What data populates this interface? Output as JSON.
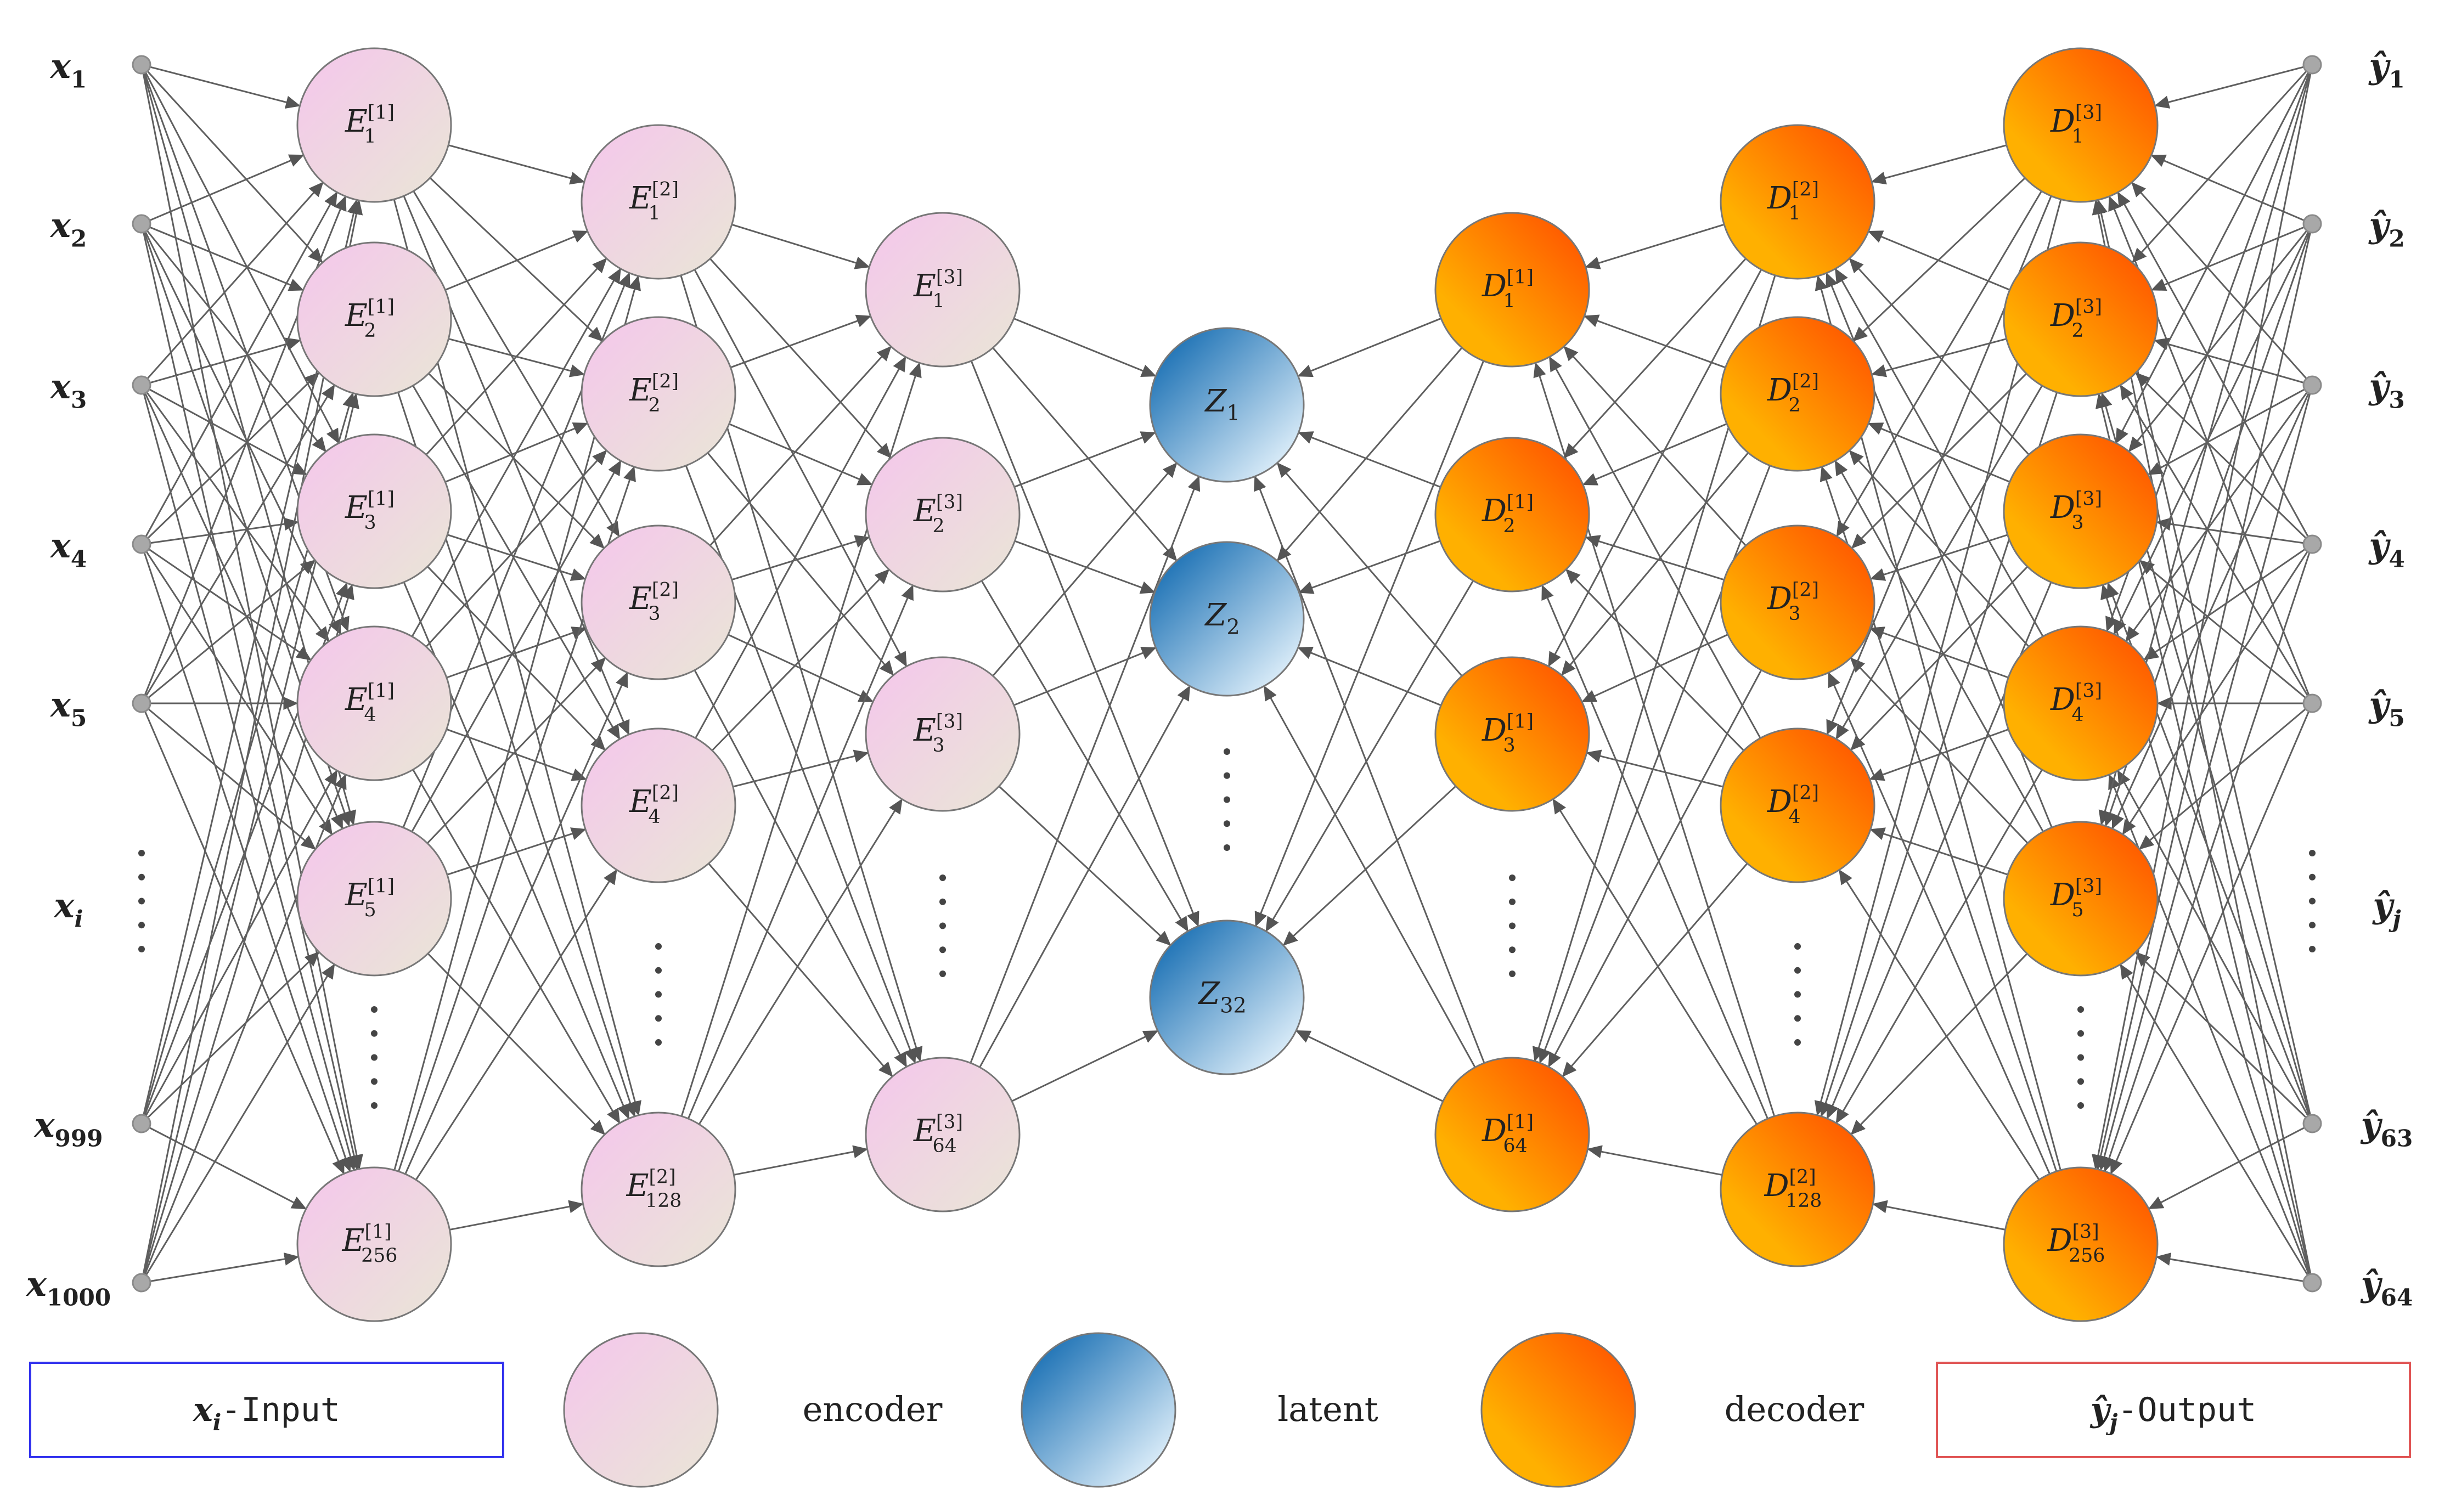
{
  "colors": {
    "edge": "#5f5f5f",
    "input_node": "#a8a8a8",
    "encoder_light": "#f5c6ec",
    "encoder_dark": "#e9e6d6",
    "latent_dark": "#1a70b4",
    "latent_light": "#e2f1fb",
    "decoder_dark": "#ff4a00",
    "decoder_light": "#ffb000",
    "input_box": "#3333ee",
    "output_box": "#e05555"
  },
  "diagram": {
    "inputs": [
      {
        "base": "x",
        "sub": "1"
      },
      {
        "base": "x",
        "sub": "2"
      },
      {
        "base": "x",
        "sub": "3"
      },
      {
        "base": "x",
        "sub": "4"
      },
      {
        "base": "x",
        "sub": "5"
      },
      {
        "base": "x",
        "sub": "i"
      },
      {
        "base": "x",
        "sub": "999"
      },
      {
        "base": "x",
        "sub": "1000"
      }
    ],
    "encoder1": [
      {
        "base": "E",
        "sup": "[1]",
        "sub": "1"
      },
      {
        "base": "E",
        "sup": "[1]",
        "sub": "2"
      },
      {
        "base": "E",
        "sup": "[1]",
        "sub": "3"
      },
      {
        "base": "E",
        "sup": "[1]",
        "sub": "4"
      },
      {
        "base": "E",
        "sup": "[1]",
        "sub": "5"
      },
      {
        "base": "E",
        "sup": "[1]",
        "sub": "256"
      }
    ],
    "encoder2": [
      {
        "base": "E",
        "sup": "[2]",
        "sub": "1"
      },
      {
        "base": "E",
        "sup": "[2]",
        "sub": "2"
      },
      {
        "base": "E",
        "sup": "[2]",
        "sub": "3"
      },
      {
        "base": "E",
        "sup": "[2]",
        "sub": "4"
      },
      {
        "base": "E",
        "sup": "[2]",
        "sub": "128"
      }
    ],
    "encoder3": [
      {
        "base": "E",
        "sup": "[3]",
        "sub": "1"
      },
      {
        "base": "E",
        "sup": "[3]",
        "sub": "2"
      },
      {
        "base": "E",
        "sup": "[3]",
        "sub": "3"
      },
      {
        "base": "E",
        "sup": "[3]",
        "sub": "64"
      }
    ],
    "latent": [
      {
        "base": "Z",
        "sub": "1"
      },
      {
        "base": "Z",
        "sub": "2"
      },
      {
        "base": "Z",
        "sub": "32"
      }
    ],
    "decoder1": [
      {
        "base": "D",
        "sup": "[1]",
        "sub": "1"
      },
      {
        "base": "D",
        "sup": "[1]",
        "sub": "2"
      },
      {
        "base": "D",
        "sup": "[1]",
        "sub": "3"
      },
      {
        "base": "D",
        "sup": "[1]",
        "sub": "64"
      }
    ],
    "decoder2": [
      {
        "base": "D",
        "sup": "[2]",
        "sub": "1"
      },
      {
        "base": "D",
        "sup": "[2]",
        "sub": "2"
      },
      {
        "base": "D",
        "sup": "[2]",
        "sub": "3"
      },
      {
        "base": "D",
        "sup": "[2]",
        "sub": "4"
      },
      {
        "base": "D",
        "sup": "[2]",
        "sub": "128"
      }
    ],
    "decoder3": [
      {
        "base": "D",
        "sup": "[3]",
        "sub": "1"
      },
      {
        "base": "D",
        "sup": "[3]",
        "sub": "2"
      },
      {
        "base": "D",
        "sup": "[3]",
        "sub": "3"
      },
      {
        "base": "D",
        "sup": "[3]",
        "sub": "4"
      },
      {
        "base": "D",
        "sup": "[3]",
        "sub": "5"
      },
      {
        "base": "D",
        "sup": "[3]",
        "sub": "256"
      }
    ],
    "outputs": [
      {
        "base": "ŷ",
        "sub": "1"
      },
      {
        "base": "ŷ",
        "sub": "2"
      },
      {
        "base": "ŷ",
        "sub": "3"
      },
      {
        "base": "ŷ",
        "sub": "4"
      },
      {
        "base": "ŷ",
        "sub": "5"
      },
      {
        "base": "ŷ",
        "sub": "j"
      },
      {
        "base": "ŷ",
        "sub": "63"
      },
      {
        "base": "ŷ",
        "sub": "64"
      }
    ]
  },
  "legend": {
    "input_box": {
      "base": "x",
      "sub": "i",
      "text": "-Input"
    },
    "encoder": "encoder",
    "latent": "latent",
    "decoder": "decoder",
    "output_box": {
      "base": "ŷ",
      "sub": "j",
      "text": "-Output"
    }
  }
}
